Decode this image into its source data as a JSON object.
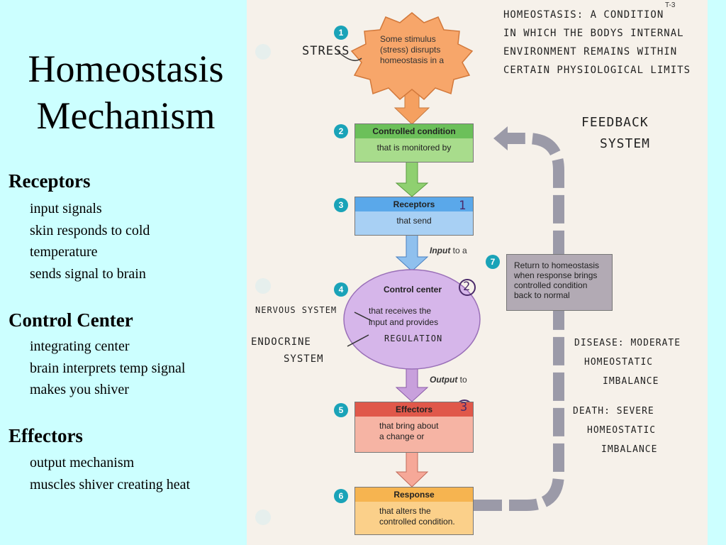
{
  "slide": {
    "title_line1": "Homeostasis",
    "title_line2": "Mechanism",
    "sections": [
      {
        "heading": "Receptors",
        "lines": [
          "input signals",
          "skin responds to cold",
          "temperature",
          "sends signal to brain"
        ]
      },
      {
        "heading": "Control Center",
        "lines": [
          "integrating center",
          "brain interprets temp signal",
          "makes you shiver"
        ]
      },
      {
        "heading": "Effectors",
        "lines": [
          "output mechanism",
          "muscles shiver creating heat"
        ]
      }
    ]
  },
  "diagram": {
    "page_tag": "T-3",
    "steps": [
      {
        "num": "1",
        "text_lines": [
          "Some stimulus",
          "(stress) disrupts",
          "homeostasis in a"
        ]
      },
      {
        "num": "2",
        "header": "Controlled condition",
        "body": "that is monitored by"
      },
      {
        "num": "3",
        "header": "Receptors",
        "body": "that send"
      },
      {
        "num": "4",
        "header": "Control center",
        "body_lines": [
          "that receives the",
          "input and provides"
        ]
      },
      {
        "num": "5",
        "header": "Effectors",
        "body_lines": [
          "that bring about",
          "a change or"
        ]
      },
      {
        "num": "6",
        "header": "Response",
        "body_lines": [
          "that alters the",
          "controlled condition."
        ]
      },
      {
        "num": "7",
        "text_lines": [
          "Return to homeostasis",
          "when response brings",
          "controlled condition",
          "back to normal"
        ]
      }
    ],
    "arrow_labels": {
      "input_bold": "Input",
      "input_rest": " to a",
      "output_bold": "Output",
      "output_rest": " to"
    },
    "handwritten": {
      "definition_lines": [
        "HOMEOSTASIS: A CONDITION",
        "IN WHICH THE BODYS INTERNAL",
        "ENVIRONMENT REMAINS WITHIN",
        "CERTAIN PHYSIOLOGICAL LIMITS"
      ],
      "stress": "STRESS",
      "feedback_lines": [
        "FEEDBACK",
        "SYSTEM"
      ],
      "mark1": "1",
      "mark2": "2",
      "mark3": "3",
      "nervous": "NERVOUS SYSTEM",
      "endocrine_lines": [
        "ENDOCRINE",
        "SYSTEM"
      ],
      "regulation": "REGULATION",
      "disease_lines": [
        "DISEASE: MODERATE",
        "HOMEOSTATIC",
        "IMBALANCE"
      ],
      "death_lines": [
        "DEATH: SEVERE",
        "HOMEOSTATIC",
        "IMBALANCE"
      ]
    }
  }
}
